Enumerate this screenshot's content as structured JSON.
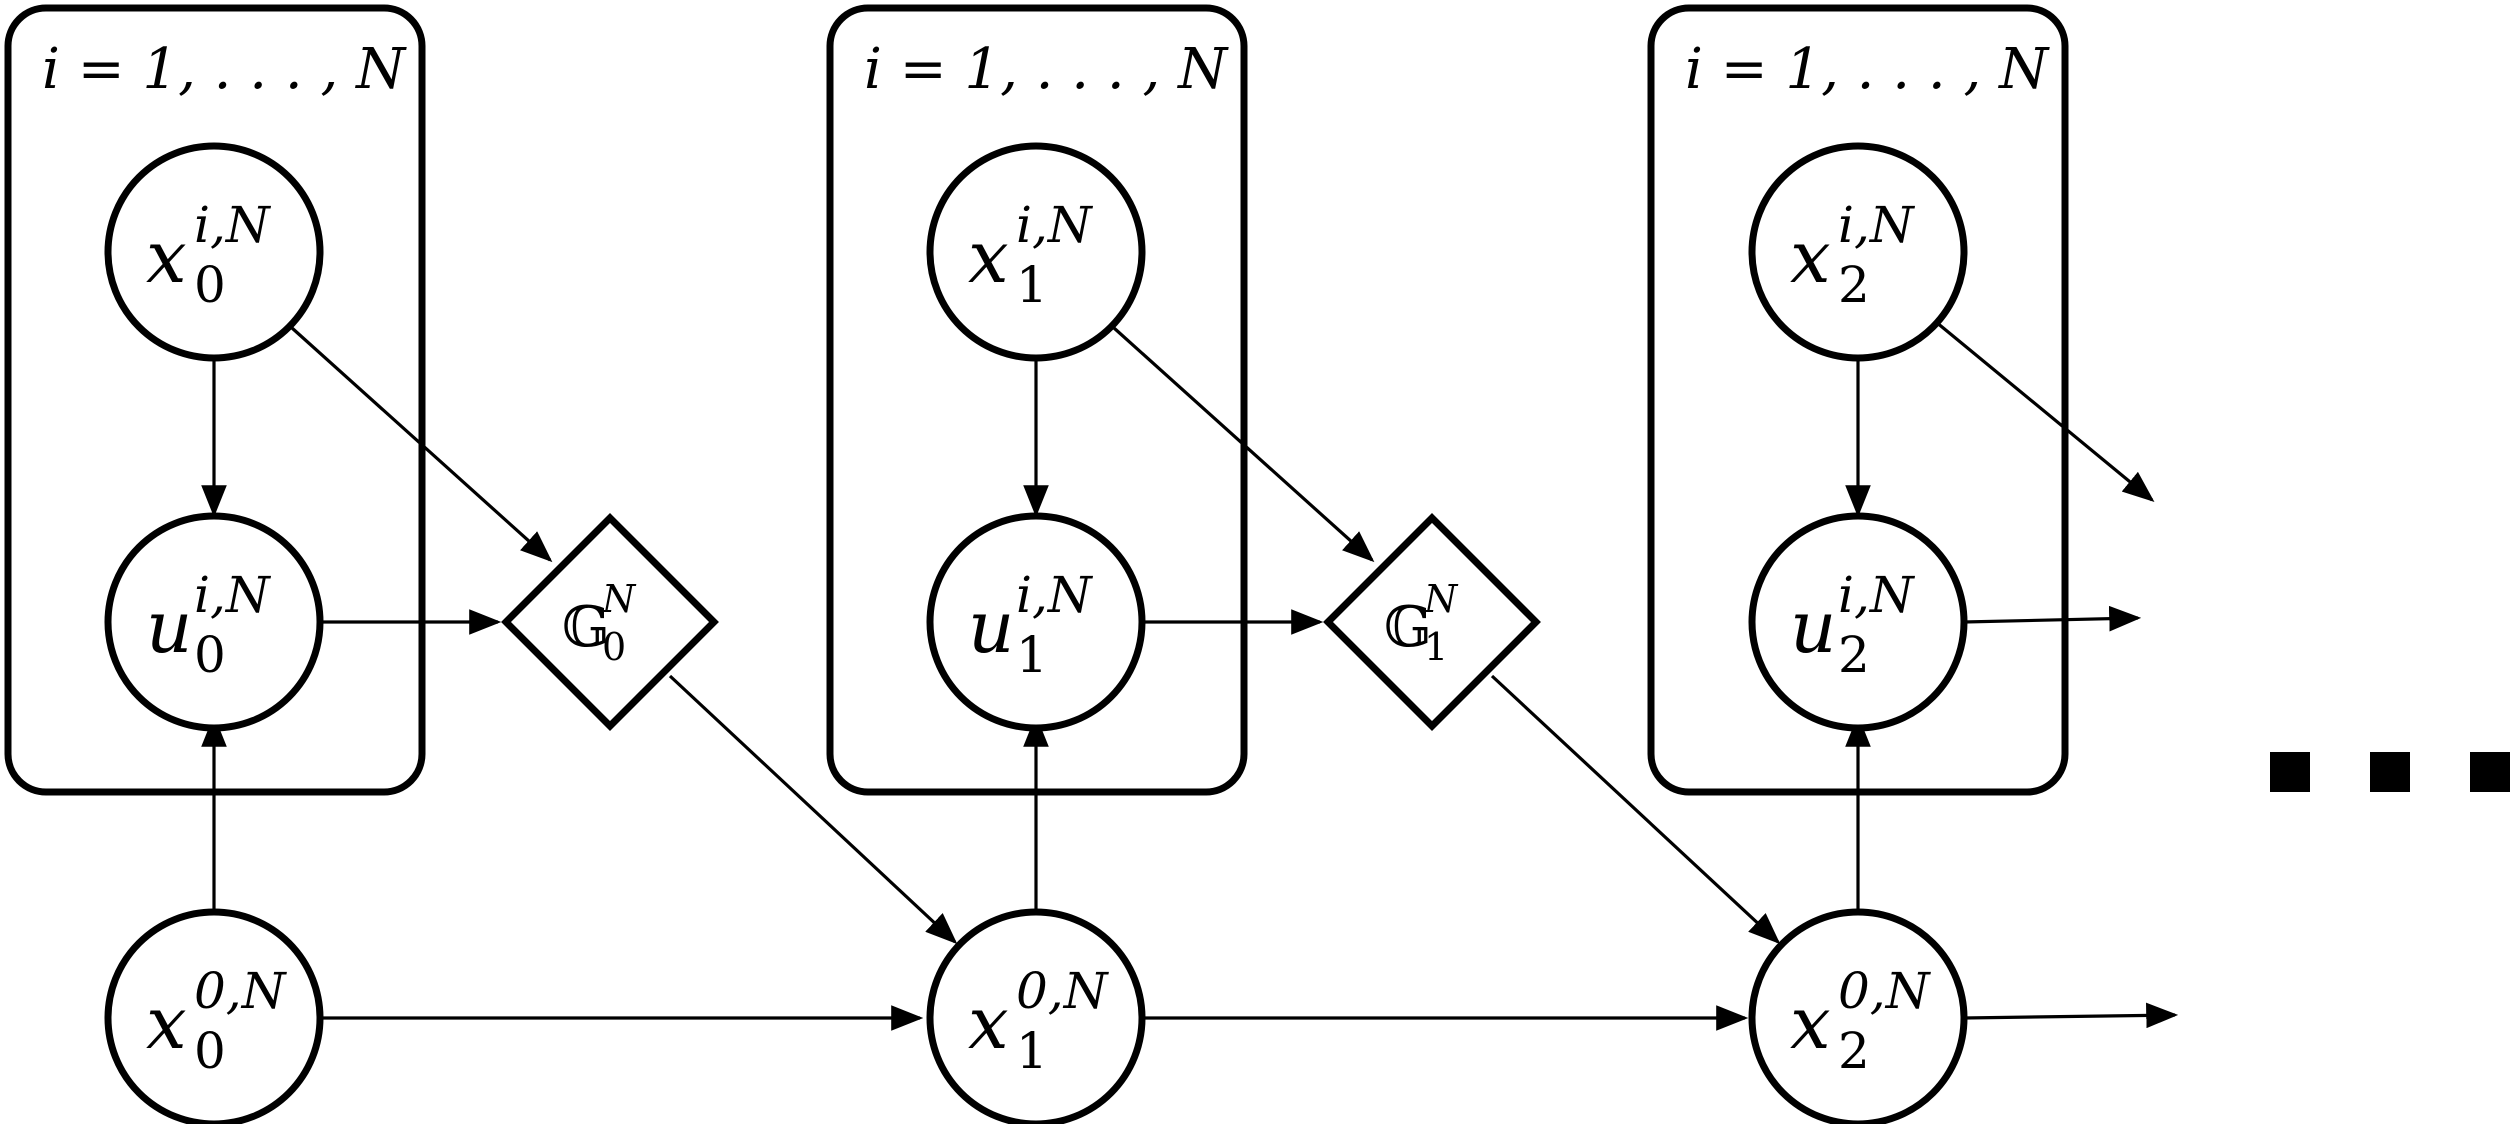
{
  "plates": [
    {
      "label": "i = 1, . . . , N"
    },
    {
      "label": "i = 1, . . . , N"
    },
    {
      "label": "i = 1, . . . , N"
    }
  ],
  "nodes": {
    "x0": {
      "base": "x",
      "sub": "0",
      "sup": "i,N"
    },
    "u0": {
      "base": "u",
      "sub": "0",
      "sup": "i,N"
    },
    "x1": {
      "base": "x",
      "sub": "1",
      "sup": "i,N"
    },
    "u1": {
      "base": "u",
      "sub": "1",
      "sup": "i,N"
    },
    "x2": {
      "base": "x",
      "sub": "2",
      "sup": "i,N"
    },
    "u2": {
      "base": "u",
      "sub": "2",
      "sup": "i,N"
    },
    "c0": {
      "base": "x",
      "sub": "0",
      "sup": "0,N"
    },
    "c1": {
      "base": "x",
      "sub": "1",
      "sup": "0,N"
    },
    "c2": {
      "base": "x",
      "sub": "2",
      "sup": "0,N"
    }
  },
  "factors": {
    "g0": {
      "base": "𝔾",
      "sub": "0",
      "sup": "N"
    },
    "g1": {
      "base": "𝔾",
      "sub": "1",
      "sup": "N"
    }
  }
}
